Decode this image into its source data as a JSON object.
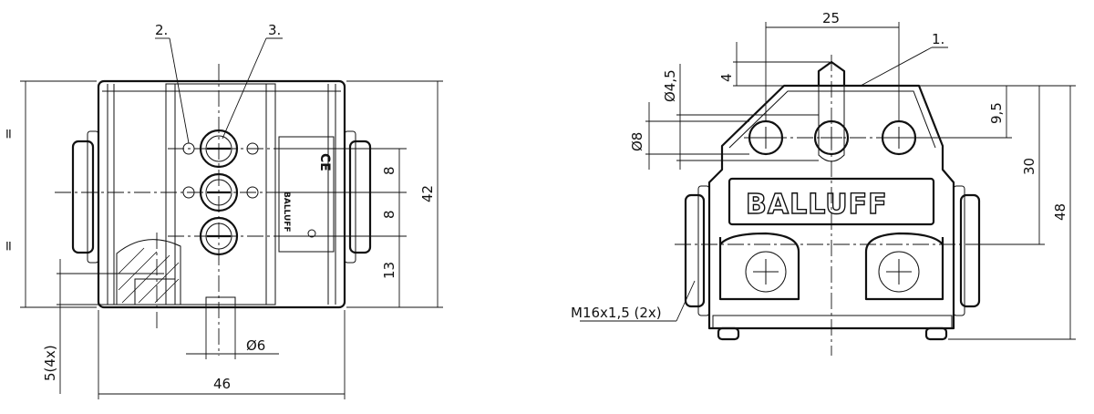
{
  "front_view": {
    "callouts": {
      "item2": "2.",
      "item3": "3."
    },
    "dims": {
      "pitch1": "8",
      "pitch2": "8",
      "bottom_offset": "13",
      "height": "42",
      "width": "46",
      "hole_dia": "Ø6",
      "mount_height": "5(4x)",
      "equal_top": "=",
      "equal_bottom": "="
    },
    "brand_side": "BALLUFF",
    "ce_mark": "CE"
  },
  "side_view": {
    "callouts": {
      "item1": "1."
    },
    "dims": {
      "top_width": "25",
      "plunger": "4",
      "plunger_dia": "Ø4,5",
      "hole_dia": "Ø8",
      "offset_95": "9,5",
      "height_30": "30",
      "height_48": "48",
      "thread": "M16x1,5 (2x)"
    },
    "brand": "BALLUFF"
  }
}
